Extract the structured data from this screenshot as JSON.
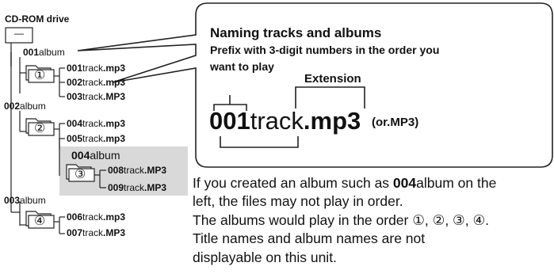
{
  "drive": {
    "label": "CD-ROM drive",
    "root_glyph": "—"
  },
  "album1": {
    "num": "001",
    "name": "album",
    "icon_num": "①",
    "tracks": [
      {
        "num": "001",
        "name": "track",
        "ext": ".mp3"
      },
      {
        "num": "002",
        "name": "track",
        "ext": ".mp3"
      },
      {
        "num": "003",
        "name": "track",
        "ext": ".MP3"
      }
    ]
  },
  "album2": {
    "num": "002",
    "name": "album",
    "icon_num": "②",
    "tracks": [
      {
        "num": "004",
        "name": "track",
        "ext": ".mp3"
      },
      {
        "num": "005",
        "name": "track",
        "ext": ".mp3"
      }
    ]
  },
  "album4": {
    "num": "004",
    "name": "album",
    "icon_num": "③",
    "tracks": [
      {
        "num": "008",
        "name": "track",
        "ext": ".MP3"
      },
      {
        "num": "009",
        "name": "track",
        "ext": ".MP3"
      }
    ]
  },
  "album3": {
    "num": "003",
    "name": "album",
    "icon_num": "④",
    "tracks": [
      {
        "num": "006",
        "name": "track",
        "ext": ".mp3"
      },
      {
        "num": "007",
        "name": "track",
        "ext": ".MP3"
      }
    ]
  },
  "callout": {
    "title": "Naming tracks and albums",
    "subtitle_line1": "Prefix with 3-digit numbers in the order you",
    "subtitle_line2": "want to play",
    "extension_label": "Extension",
    "example_num": "001",
    "example_name": "track",
    "example_ext": ".mp3",
    "example_alt_prefix": "(or.",
    "example_alt_ext": "MP3",
    "example_alt_suffix": ")"
  },
  "note": {
    "line1_pre": "If you created an album such as ",
    "line1_bold": "004",
    "line1_post": "album on the",
    "line2": "left, the files may not play in order.",
    "line3": "The albums would play in the order ①, ②, ③, ④.",
    "line4": "Title names and album names are not",
    "line5": "displayable on this unit."
  },
  "colors": {
    "highlight": "#d9d9d9",
    "line": "#222222",
    "text": "#111111"
  }
}
